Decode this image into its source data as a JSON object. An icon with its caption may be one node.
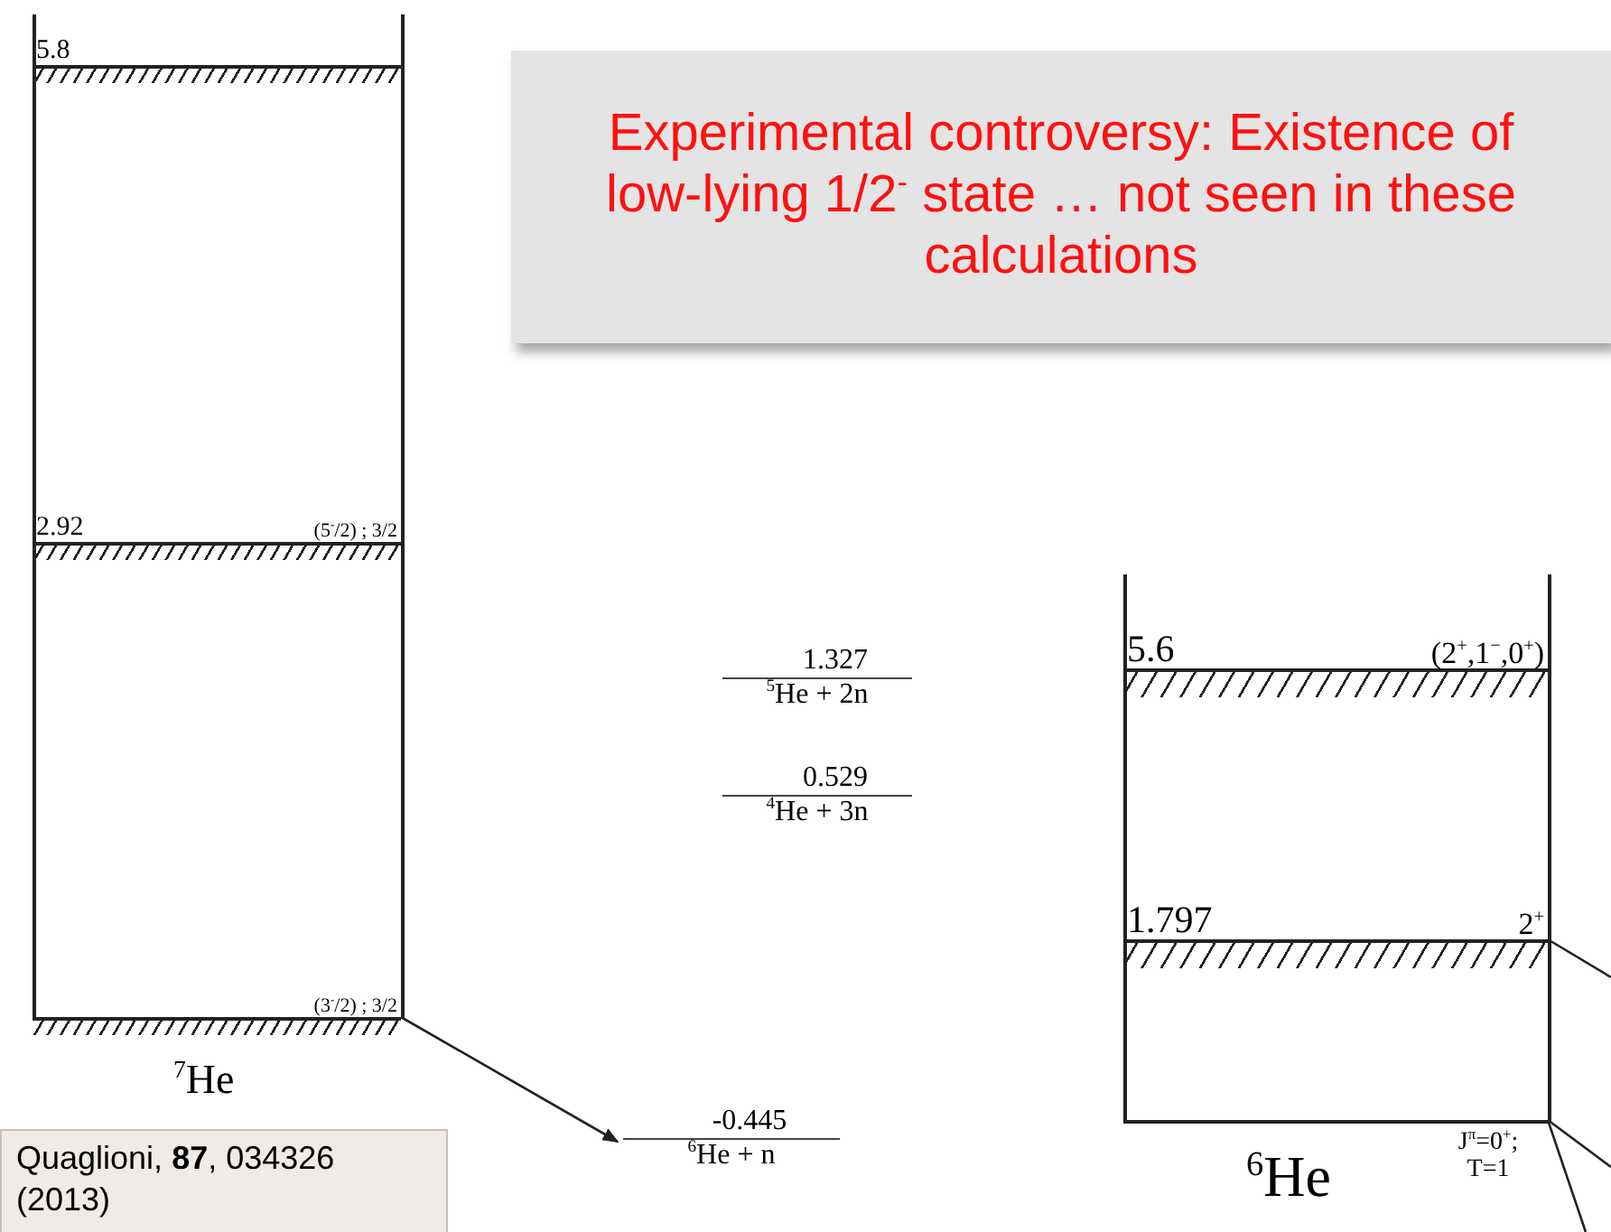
{
  "diagram": {
    "nodes": [
      {
        "text": [
          "Experimental controversy: Existence of low-lying 1/2$^{-}$ state … not seen in these calculations"
        ]
      },
      {
        "text": [
          "5.8"
        ]
      },
      {
        "text": [
          "2.92",
          "(5$^{-}$/2) ; 3/2"
        ]
      },
      {
        "text": [
          "(3$^{-}$/2) ; 3/2"
        ]
      },
      {
        "text": [
          "-0.445",
          "$^{6}$He + n"
        ]
      },
      {
        "text": [
          "1.327",
          "$^{5}$He + 2n"
        ]
      },
      {
        "text": [
          "0.529",
          "$^{4}$He + 3n"
        ]
      },
      {
        "text": [
          "5.6",
          "(2$^{+}$,1$^{−}$,0$^{+}$)"
        ]
      },
      {
        "text": [
          "1.797",
          "2$^{+}$"
        ]
      },
      {
        "text": [
          "J$^{π}$=0$^{+}$; T=1"
        ]
      },
      {
        "text": [
          "Quaglioni, **87**, 034326 (2013)"
        ]
      }
    ],
    "edges": [
      {
        "from": 3,
        "to": 4,
        "arrow": "to"
      },
      {
        "from": 8,
        "to": null,
        "arrow": "none"
      },
      {
        "from": 9,
        "to": null,
        "arrow": "none"
      },
      {
        "from": 9,
        "to": null,
        "arrow": "none"
      }
    ],
    "labels": [
      "$^{7}$He",
      "$^{6}$He"
    ]
  }
}
